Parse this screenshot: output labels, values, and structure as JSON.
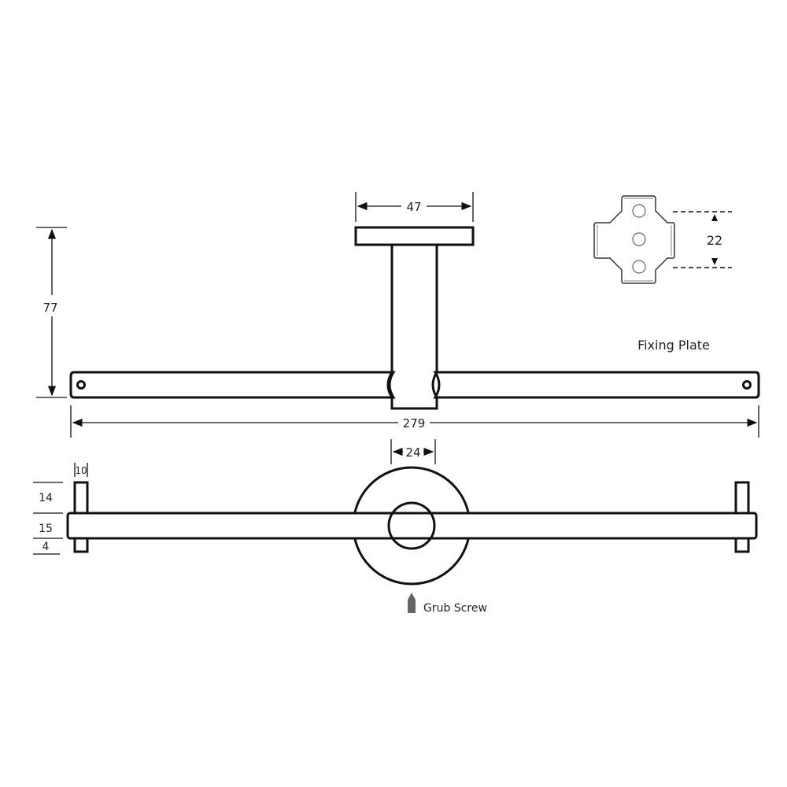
{
  "dimensions": {
    "plate_width": "47",
    "height": "77",
    "overall_length": "279",
    "post_diameter": "24",
    "pin_width": "10",
    "pin_top": "14",
    "bar_thickness": "15",
    "pin_bottom": "4",
    "fixing_plate_hole_spacing": "22"
  },
  "labels": {
    "fixing_plate": "Fixing Plate",
    "grub_screw": "Grub Screw"
  }
}
